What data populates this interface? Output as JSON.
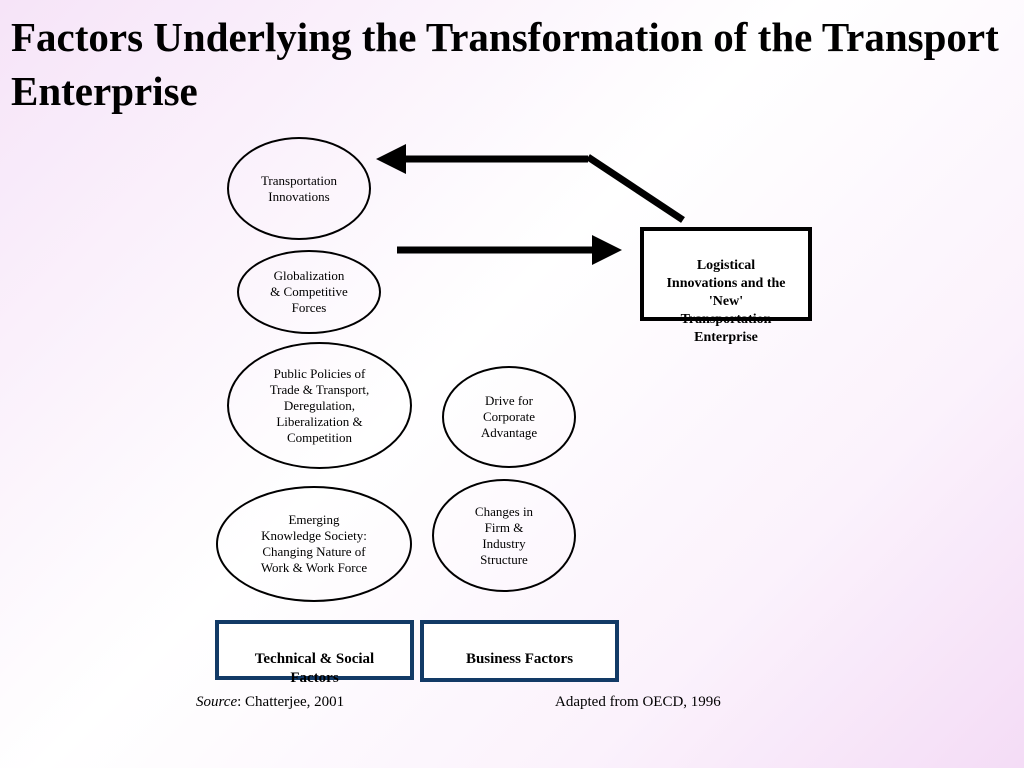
{
  "title": "Factors Underlying the Transformation of the Transport Enterprise",
  "nodes": {
    "transportation_innovations": "Transportation\nInnovations",
    "globalization": "Globalization\n& Competitive\nForces",
    "public_policies": "Public Policies of\nTrade & Transport,\nDeregulation,\nLiberalization &\nCompetition",
    "emerging_knowledge": "Emerging\nKnowledge Society:\nChanging Nature of\nWork & Work Force",
    "drive_corporate": "Drive for\nCorporate\nAdvantage",
    "changes_firm": "Changes in\nFirm &\nIndustry\nStructure",
    "logistical": "Logistical\nInnovations and the\n'New'\nTransportation\nEnterprise"
  },
  "categories": {
    "technical_social": "Technical & Social\nFactors",
    "business": "Business Factors"
  },
  "source": {
    "label": "Source",
    "text": ":  Chatterjee, 2001"
  },
  "adapted": "Adapted from OECD, 1996"
}
